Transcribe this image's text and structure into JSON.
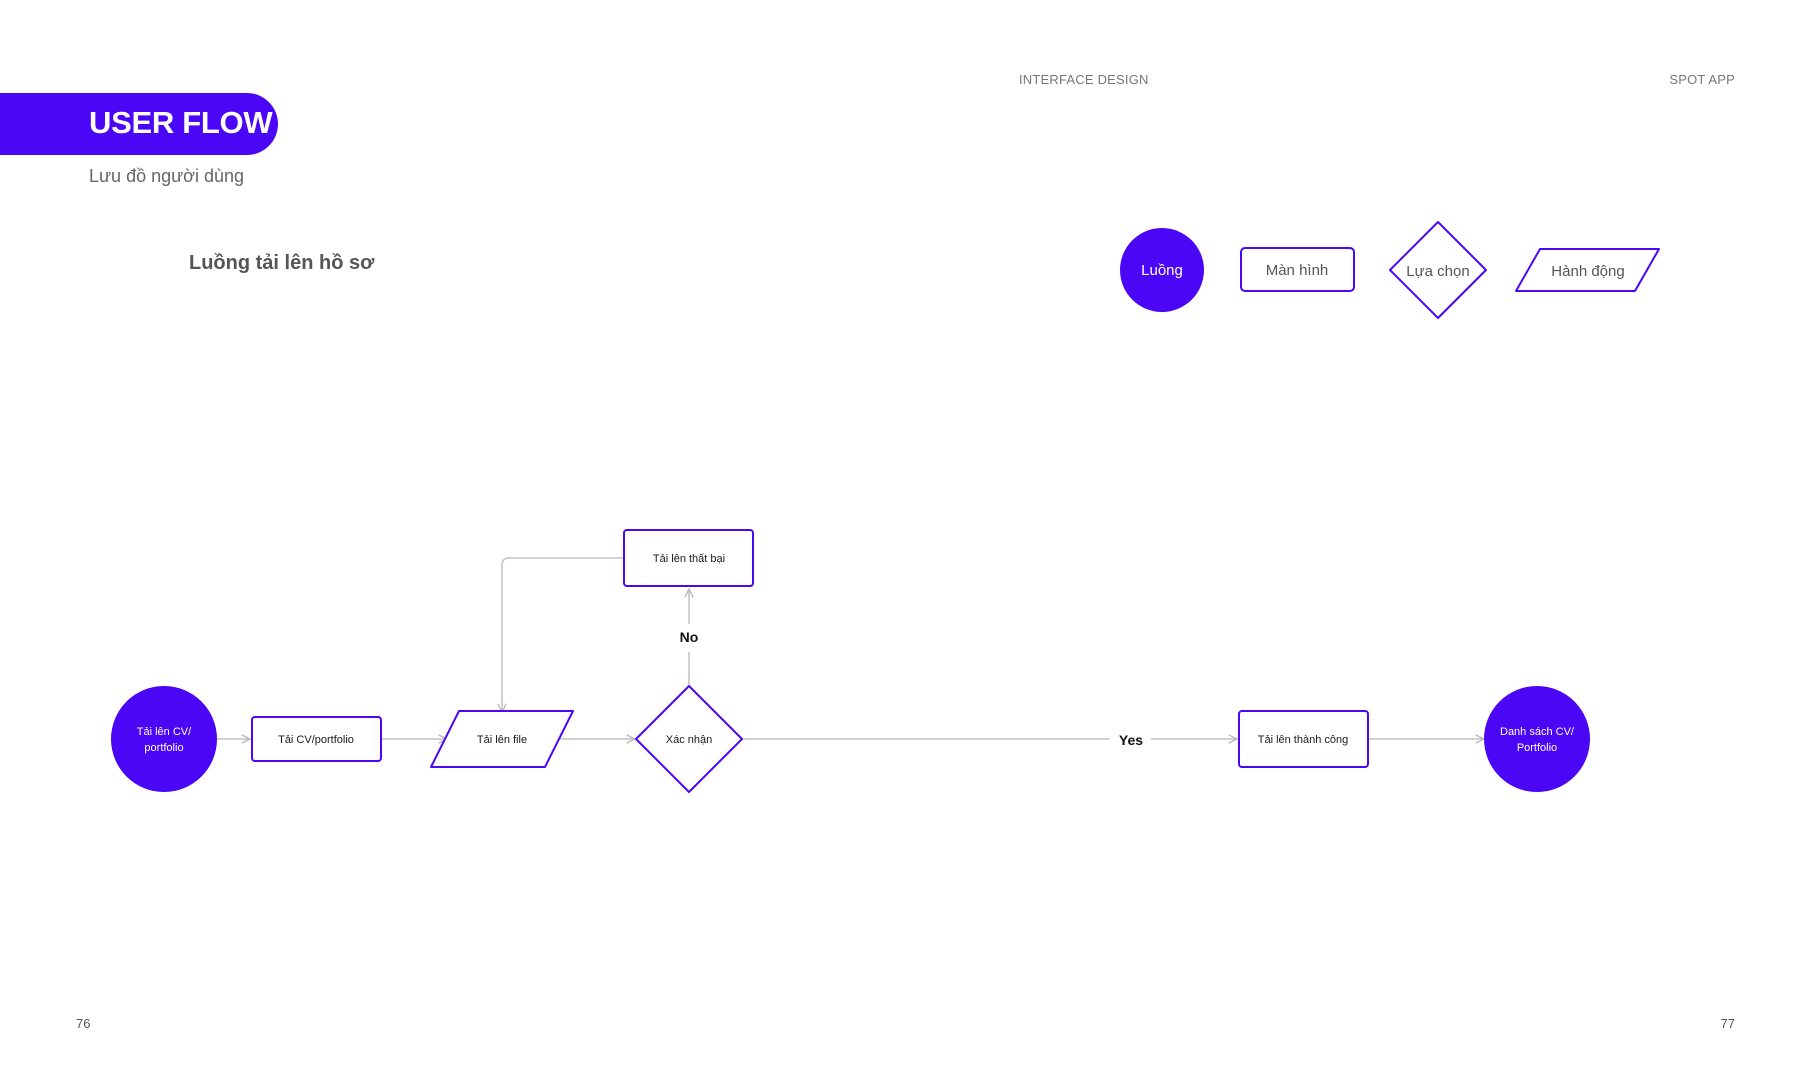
{
  "header": {
    "title": "USER FLOW",
    "subtitle": "Lưu đồ người dùng",
    "center_label": "INTERFACE DESIGN",
    "right_label": "SPOT APP"
  },
  "flow_title": "Luồng tải lên hồ sơ",
  "legend": {
    "flow": "Luồng",
    "screen": "Màn hình",
    "choice": "Lựa chọn",
    "action": "Hành động"
  },
  "nodes": {
    "start_line1": "Tải lên CV/",
    "start_line2": "portfolio",
    "screen_upload": "Tải CV/portfolio",
    "action_upload_file": "Tải lên file",
    "decision_confirm": "Xác nhận",
    "screen_fail": "Tải lên thất bại",
    "screen_success": "Tải lên thành công",
    "end_line1": "Danh sách CV/",
    "end_line2": "Portfolio"
  },
  "edges": {
    "no_label": "No",
    "yes_label": "Yes"
  },
  "footer": {
    "left_page": "76",
    "right_page": "77"
  },
  "colors": {
    "accent": "#4A06F5",
    "connector": "#B8B8B8",
    "text": "#1A1A1A"
  }
}
